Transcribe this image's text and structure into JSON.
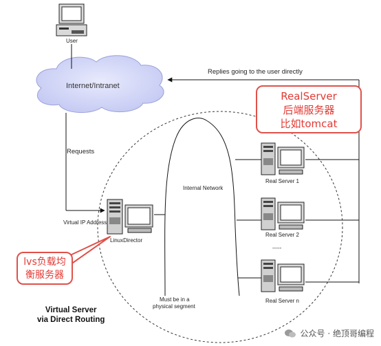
{
  "labels": {
    "user": "User",
    "cloud": "Internet/Intranet",
    "replies": "Replies going to the user directly",
    "requests": "Requests",
    "internal_network": "Internal Network",
    "virtual_ip": "Virtual IP Address",
    "linux_director": "LinuxDirector",
    "real_server_1": "Real Server 1",
    "real_server_2": "Real Server 2",
    "ellipsis": "-----",
    "real_server_n": "Real Server n",
    "physical_segment_line1": "Must be in a",
    "physical_segment_line2": "physical segment",
    "title_line1": "Virtual Server",
    "title_line2": "via Direct Routing"
  },
  "callouts": {
    "realserver": [
      "RealServer",
      "后端服务器",
      "比如tomcat"
    ],
    "lvs": [
      "lvs负载均",
      "衡服务器"
    ]
  },
  "watermark": {
    "text": "公众号 · 绝顶哥编程"
  },
  "colors": {
    "callout_border": "#e0504a",
    "callout_text": "#e23a34",
    "cloud_fill": "#d4d8f7",
    "line": "#111111"
  }
}
